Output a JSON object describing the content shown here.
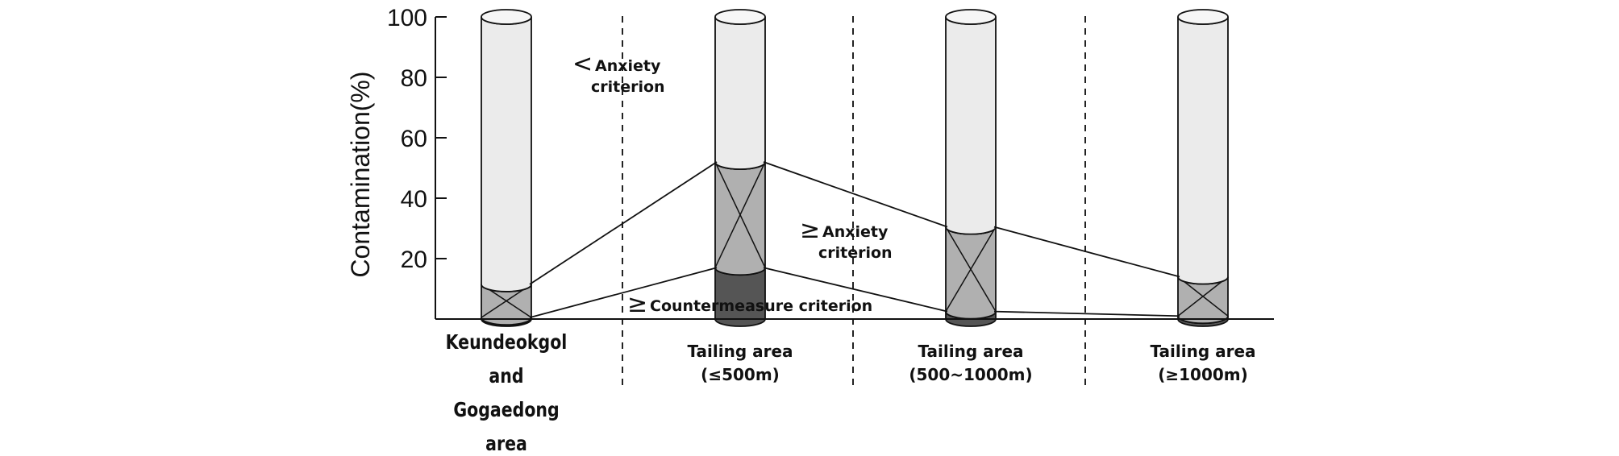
{
  "chart_data": {
    "type": "bar",
    "style": "stacked-cylinder",
    "ylabel": "Contamination(%)",
    "ylim": [
      0,
      100
    ],
    "yticks": [
      20,
      40,
      60,
      80,
      100
    ],
    "categories": [
      {
        "lines": [
          "Keundeokgol",
          "and",
          "Gogaedong",
          "area"
        ]
      },
      {
        "lines": [
          "Tailing area",
          "(≤500m)"
        ]
      },
      {
        "lines": [
          "Tailing area",
          "(500~1000m)"
        ]
      },
      {
        "lines": [
          "Tailing area",
          "(≥1000m)"
        ]
      }
    ],
    "series": [
      {
        "name": "≥ Countermeasure criterion",
        "values": [
          0.5,
          17,
          2.5,
          1
        ],
        "color": "#555555"
      },
      {
        "name": "≥ Anxiety criterion",
        "values": [
          11,
          35,
          28,
          13
        ],
        "color": "#b0b0b0"
      },
      {
        "name": "< Anxiety criterion",
        "values": [
          88.5,
          48,
          69.5,
          86
        ],
        "color": "#ebebeb"
      }
    ],
    "annotations": [
      {
        "symbol": "<",
        "lines": [
          "Anxiety",
          "criterion"
        ]
      },
      {
        "symbol": "≥",
        "lines": [
          "Anxiety",
          "criterion"
        ]
      },
      {
        "symbol": "≥",
        "lines": [
          "Countermeasure criterion"
        ]
      }
    ],
    "grid": false,
    "legend": "inline-annotations",
    "separators": "dashed"
  }
}
